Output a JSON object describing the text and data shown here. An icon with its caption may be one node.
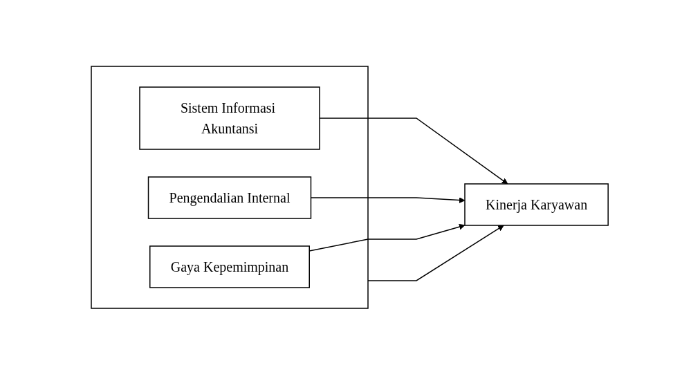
{
  "diagram": {
    "nodes": [
      {
        "text": [],
        "shape": "box"
      },
      {
        "text": [
          "Sistem Informasi Akuntansi"
        ],
        "in": 0
      },
      {
        "text": [
          "Pengendalian Internal"
        ],
        "in": 0
      },
      {
        "text": [
          "Gaya Kepemimpinan"
        ],
        "in": 0
      },
      {
        "text": [
          "Kinerja Karyawan"
        ]
      }
    ],
    "edges": [
      {
        "from": 1,
        "to": 4,
        "arrow": "to"
      },
      {
        "from": 2,
        "to": 4,
        "arrow": "to"
      },
      {
        "from": 3,
        "to": 4,
        "arrow": "to"
      },
      {
        "from": 0,
        "to": 4,
        "arrow": "to"
      }
    ]
  }
}
